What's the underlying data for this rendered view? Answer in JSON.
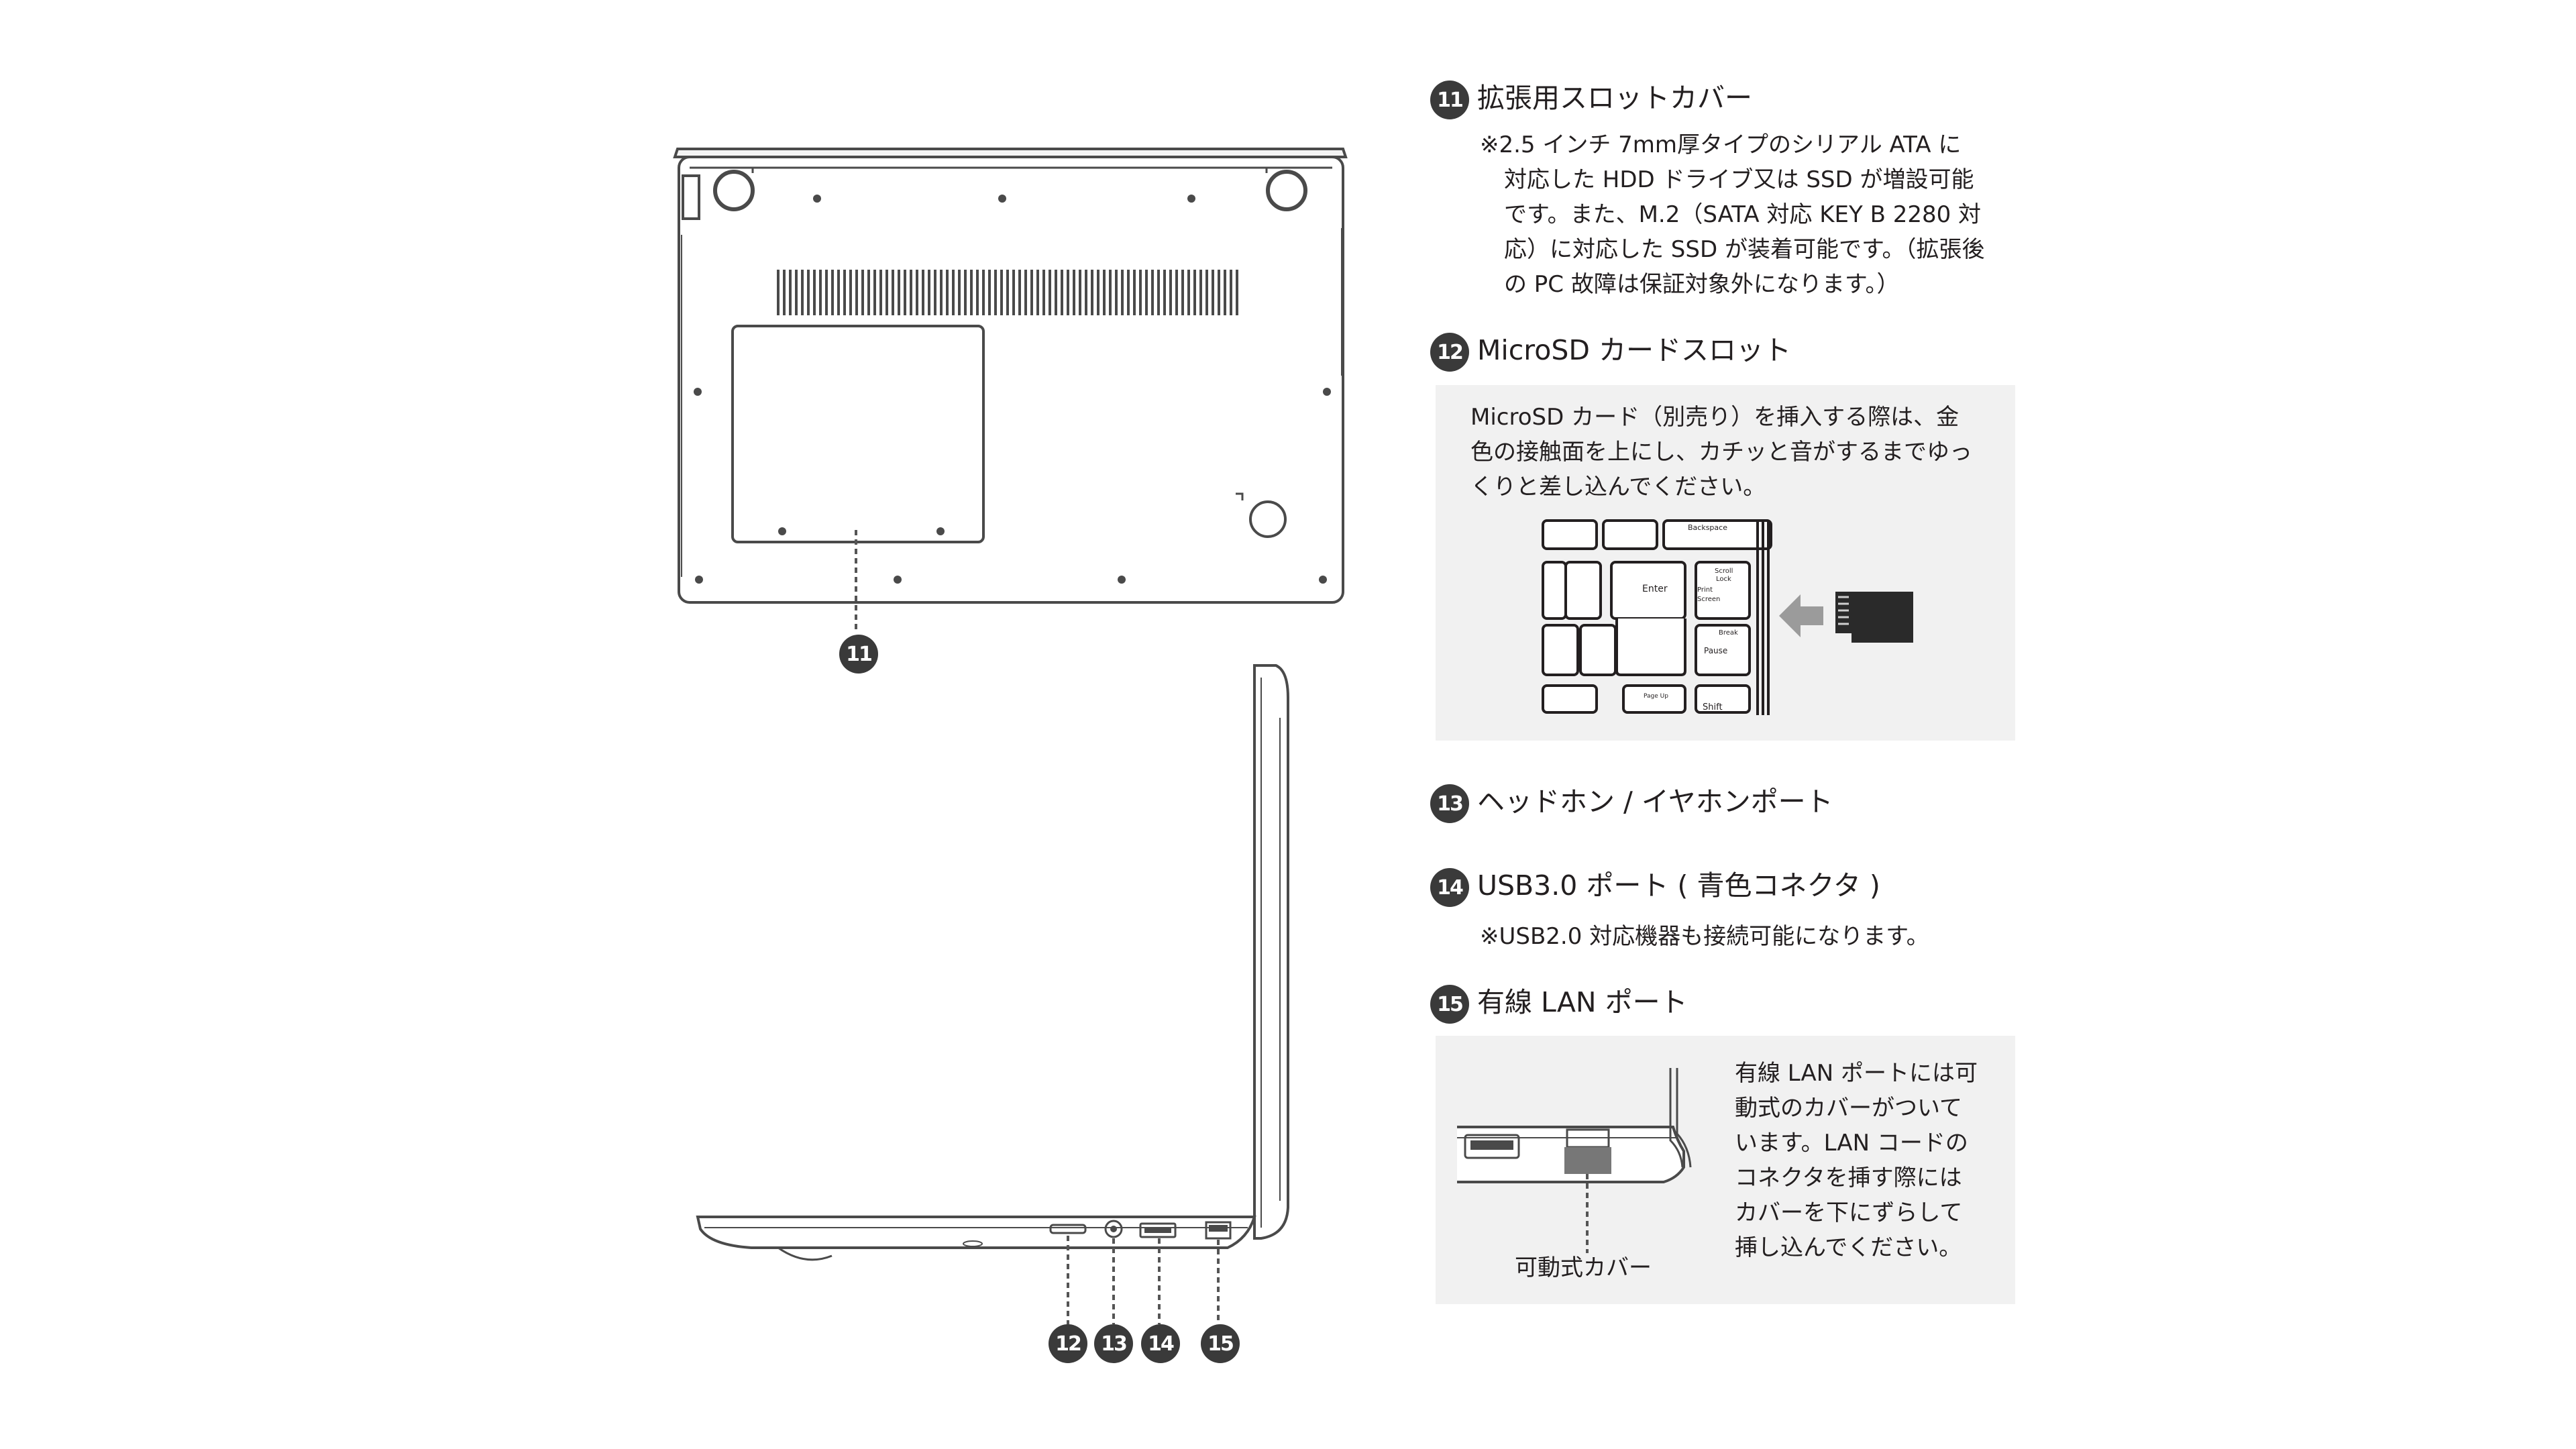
{
  "colors": {
    "line": "#4a4a4a",
    "callout_bg": "#3a3a3a",
    "panel_bg": "#f1f1f1"
  },
  "callouts": {
    "c11": "11",
    "c12": "12",
    "c13": "13",
    "c14": "14",
    "c15": "15"
  },
  "sections": {
    "s11": {
      "title": "拡張用スロットカバー",
      "note_lines": [
        "※2.5 インチ 7mm厚タイプのシリアル ATA に",
        "対応した HDD ドライブ又は SSD が増設可能",
        "です。また、M.2（SATA 対応 KEY B 2280 対",
        "応）に対応した SSD が装着可能です。（拡張後",
        "の PC 故障は保証対象外になります。）"
      ]
    },
    "s12": {
      "title": "MicroSD カードスロット",
      "panel_lines": [
        "MicroSD カード（別売り）を挿入する際は、金",
        "色の接触面を上にし、カチッと音がするまでゆっ",
        "くりと差し込んでください。"
      ],
      "keys": {
        "backspace": "Backspace",
        "enter": "Enter",
        "scroll_lock": [
          "Scroll",
          "Lock"
        ],
        "print_screen": [
          "Print",
          "Screen"
        ],
        "break": "Break",
        "pause": "Pause",
        "page_up": "Page Up",
        "shift": "Shift"
      }
    },
    "s13": {
      "title": "ヘッドホン / イヤホンポート"
    },
    "s14": {
      "title": "USB3.0 ポート ( 青色コネクタ )",
      "note": "※USB2.0 対応機器も接続可能になります。"
    },
    "s15": {
      "title": "有線 LAN ポート",
      "panel_lines": [
        "有線 LAN ポートには可",
        "動式のカバーがついて",
        "います。LAN コードの",
        "コネクタを挿す際には",
        "カバーを下にずらして",
        "挿し込んでください。"
      ],
      "cover_label": "可動式カバー"
    }
  }
}
